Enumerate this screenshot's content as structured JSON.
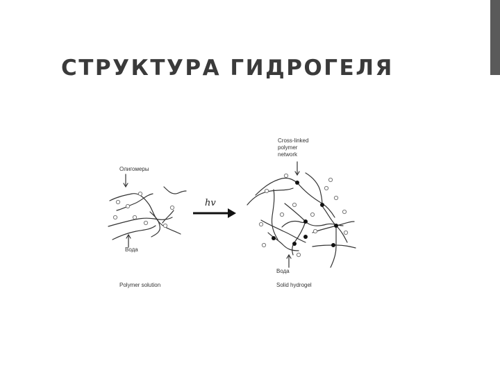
{
  "slide": {
    "title": "СТРУКТУРА ГИДРОГЕЛЯ",
    "accent_color": "#5a5a5a"
  },
  "figure": {
    "left_panel": {
      "label_oligomers": "Олигомеры",
      "label_water": "Вода",
      "caption": "Polymer solution"
    },
    "arrow_label": "hv",
    "right_panel": {
      "label_network_1": "Cross-linked",
      "label_network_2": "polymer",
      "label_network_3": "network",
      "label_water": "Вода",
      "caption": "Solid hydrogel"
    }
  }
}
